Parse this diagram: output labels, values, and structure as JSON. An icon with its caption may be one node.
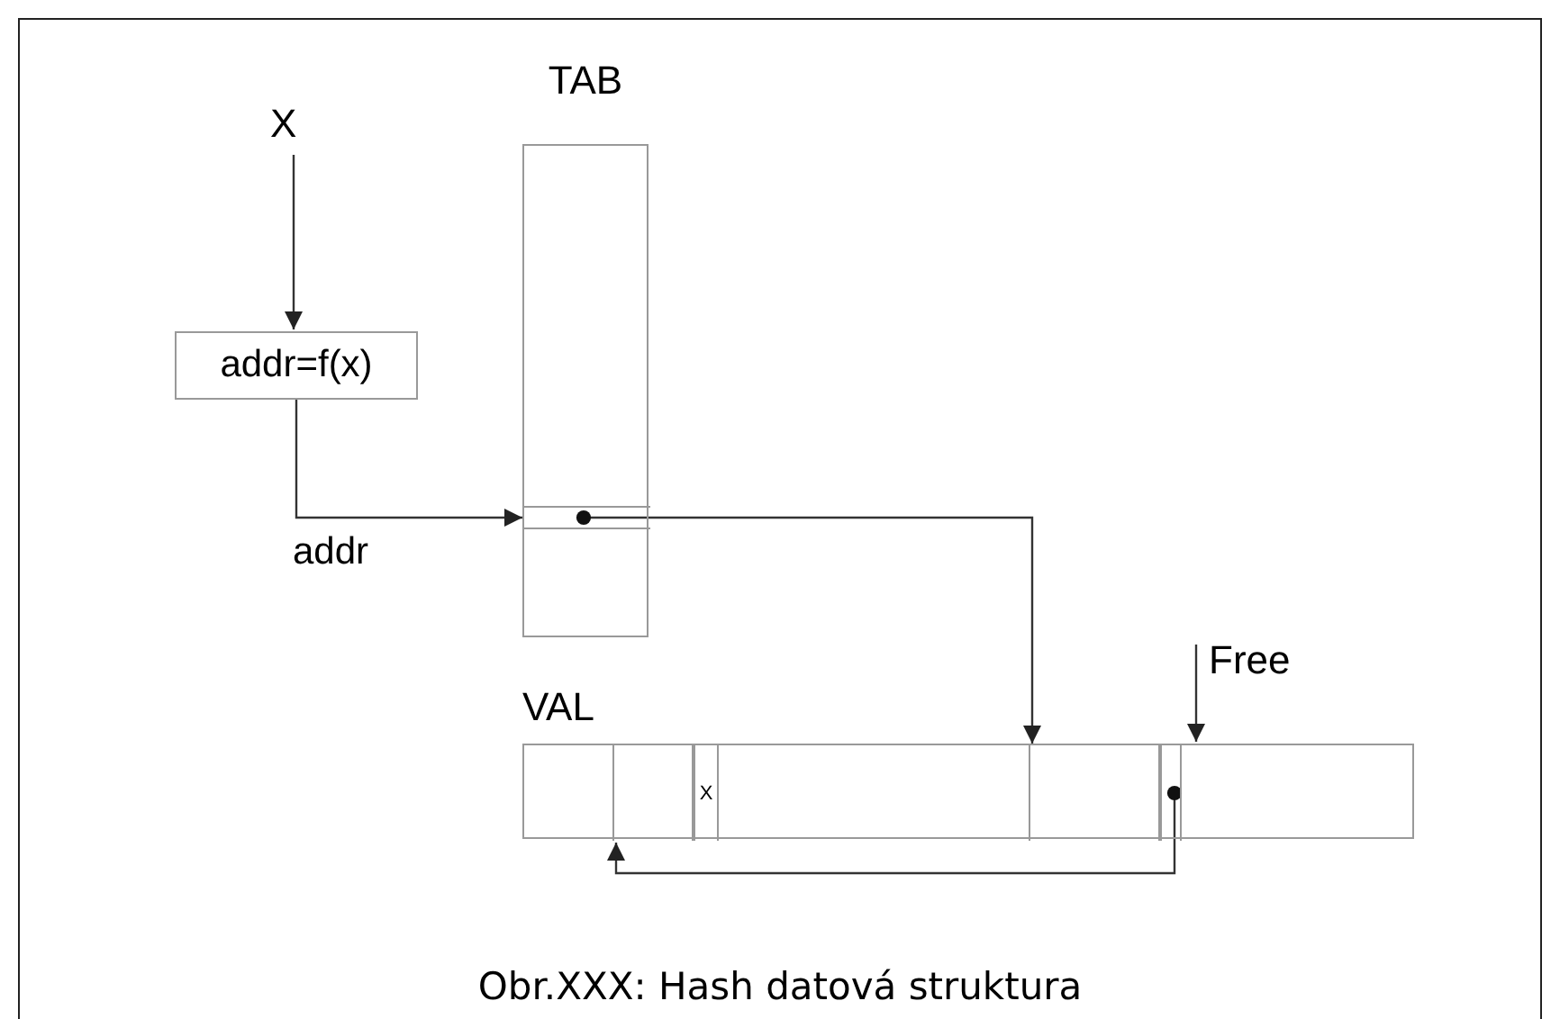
{
  "diagram": {
    "caption": "Obr.XXX: Hash datová struktura",
    "nodes": [
      {
        "text": [
          "X"
        ]
      },
      {
        "text": [
          "addr=f(x)"
        ]
      },
      {
        "text": [
          "TAB"
        ]
      },
      {
        "text": [],
        "shape": "box",
        "in": 2
      },
      {
        "text": [
          "VAL"
        ]
      },
      {
        "text": [],
        "shape": "box",
        "in": 4
      },
      {
        "text": [
          "X"
        ],
        "in": 4
      },
      {
        "text": [],
        "shape": "box",
        "in": 4
      },
      {
        "text": [],
        "shape": "box",
        "in": 4
      },
      {
        "text": [
          "Free"
        ]
      }
    ],
    "edges": [
      {
        "from": 0,
        "to": 1,
        "arrow": "to"
      },
      {
        "from": 1,
        "to": 3,
        "arrow": "to",
        "label": "addr"
      },
      {
        "from": 3,
        "to": 7,
        "arrow": "to"
      },
      {
        "from": 8,
        "to": 5,
        "arrow": "to"
      },
      {
        "from": 9,
        "to": 4,
        "arrow": "to"
      }
    ]
  }
}
